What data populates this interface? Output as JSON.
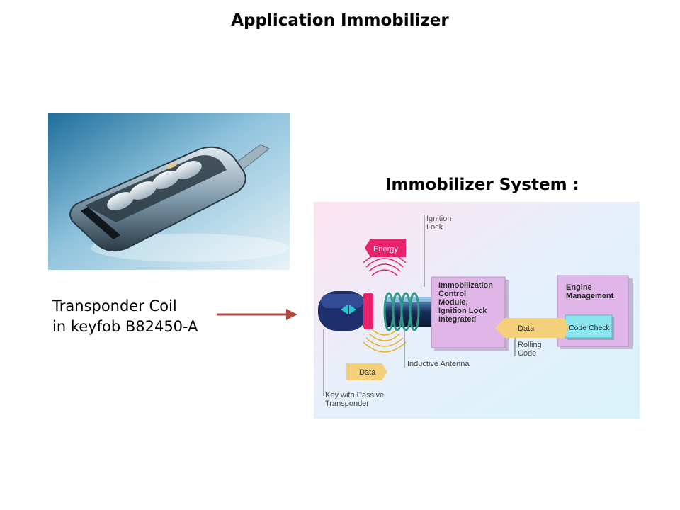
{
  "title": "Application Immobilizer",
  "caption": {
    "line1": "Transponder Coil",
    "line2": "in keyfob B82450-A"
  },
  "system_heading": "Immobilizer System :",
  "diagram": {
    "ignition_lock": [
      "Ignition",
      "Lock"
    ],
    "energy": "Energy",
    "data_left": "Data",
    "data_mid": "Data",
    "control_module": [
      "Immobilization",
      "Control",
      "Module,",
      "Ignition Lock",
      "Integrated"
    ],
    "engine": [
      "Engine",
      "Management"
    ],
    "code_check": "Code Check",
    "rolling_code": [
      "Rolling",
      "Code"
    ],
    "inductive_antenna": "Inductive Antenna",
    "key_label": [
      "Key with Passive",
      "Transponder"
    ]
  }
}
